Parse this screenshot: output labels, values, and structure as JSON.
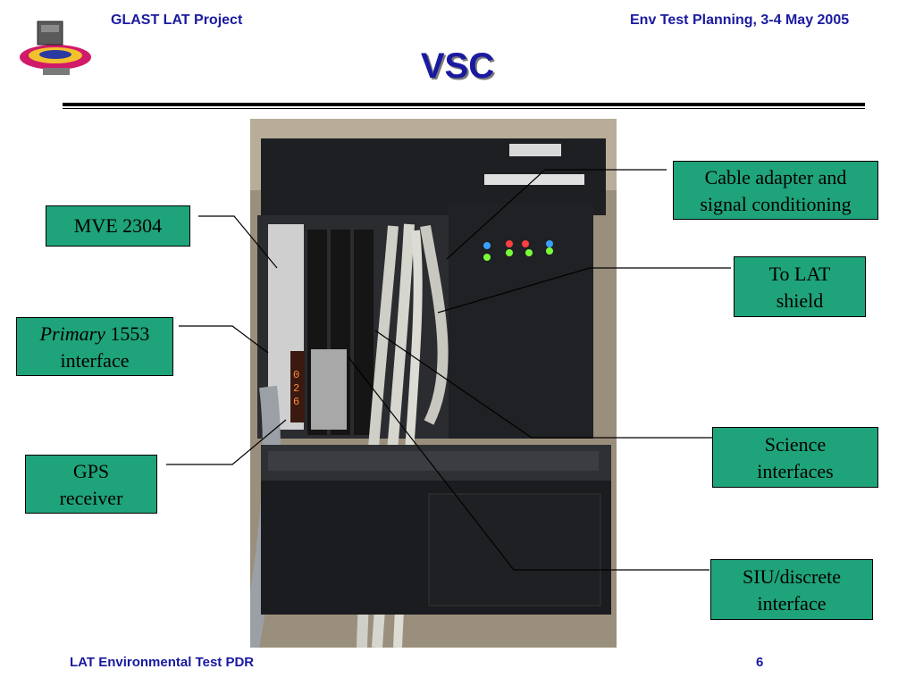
{
  "header": {
    "project": "GLAST LAT Project",
    "meeting": "Env Test Planning, 3-4 May 2005"
  },
  "slide": {
    "title": "VSC"
  },
  "callouts": {
    "mve": "MVE 2304",
    "primary_italic": "Primary",
    "primary_rest": " 1553",
    "primary_line2": "interface",
    "gps_line1": "GPS",
    "gps_line2": "receiver",
    "cable_line1": "Cable adapter and",
    "cable_line2": "signal conditioning",
    "lat_line1": "To LAT",
    "lat_line2": "shield",
    "science_line1": "Science",
    "science_line2": "interfaces",
    "siu_line1": "SIU/discrete",
    "siu_line2": "interface"
  },
  "footer": {
    "doc": "LAT Environmental Test PDR",
    "page": "6"
  },
  "colors": {
    "header_text": "#1a1aa0",
    "callout_fill": "#1fa37a"
  }
}
